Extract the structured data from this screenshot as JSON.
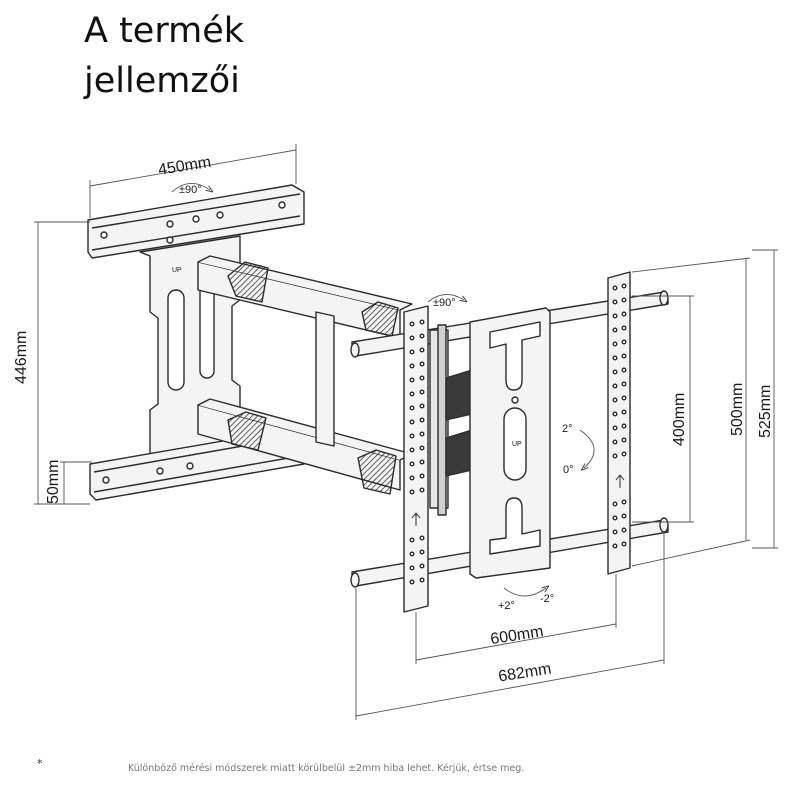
{
  "title": {
    "line1": "A termék",
    "line2": "jellemzői"
  },
  "dimensions": {
    "wall_plate_width": "450mm",
    "wall_rotation": "±90°",
    "arm_height": "446mm",
    "lower_offset": "50mm",
    "head_rotation": "±90°",
    "vesa_vertical_small": "400mm",
    "vesa_vertical_medium": "500mm",
    "vesa_vertical_large": "525mm",
    "tilt_top": "2°",
    "tilt_bottom": "0°",
    "swivel_left": "+2°",
    "swivel_right": "-2°",
    "vesa_horizontal": "600mm",
    "rail_width": "682mm"
  },
  "marks": {
    "up_arrow": "UP"
  },
  "footnote": {
    "star": "*",
    "text": "Különböző mérési módszerek miatt körülbelül ±2mm hiba lehet. Kérjük, értse meg."
  },
  "colors": {
    "line": "#2b2b2b",
    "metal_fill": "#f4f4f4",
    "hinge_dark": "#3a3a3a"
  }
}
